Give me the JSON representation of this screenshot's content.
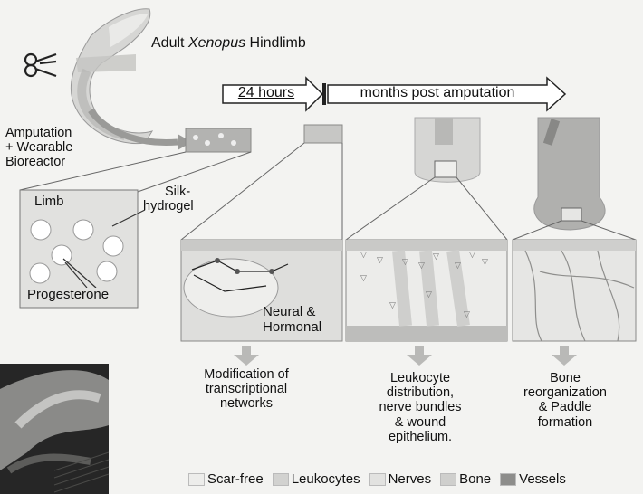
{
  "title": {
    "prefix": "Adult ",
    "species": "Xenopus",
    "suffix": " Hindlimb"
  },
  "timeline": {
    "early": "24 hours",
    "late": "months post amputation"
  },
  "amputation_label": [
    "Amputation",
    "+ Wearable",
    "Bioreactor"
  ],
  "bioreactor_inset": {
    "limb": "Limb",
    "silk": [
      "Silk-",
      "hydrogel"
    ],
    "drug": "Progesterone"
  },
  "neural_label": [
    "Neural &",
    "Hormonal"
  ],
  "outcomes": {
    "stage1": [
      "Modification of",
      "transcriptional",
      "networks"
    ],
    "stage2": [
      "Leukocyte",
      "distribution,",
      "nerve bundles",
      "& wound",
      "epithelium."
    ],
    "stage3": [
      "Bone",
      "reorganization",
      "& Paddle",
      "formation"
    ]
  },
  "legend": [
    {
      "label": "Scar-free",
      "color": "#ededeb"
    },
    {
      "label": "Leukocytes",
      "color": "#d2d2d0"
    },
    {
      "label": "Nerves",
      "color": "#e2e2e0"
    },
    {
      "label": "Bone",
      "color": "#cfcfcd"
    },
    {
      "label": "Vessels",
      "color": "#8d8d8b"
    }
  ],
  "colors": {
    "tissue_light": "#e6e6e4",
    "tissue_mid": "#c9c9c7",
    "tissue_dark": "#9a9a98",
    "arrow_fill": "#b9b9b7",
    "line": "#333333"
  }
}
